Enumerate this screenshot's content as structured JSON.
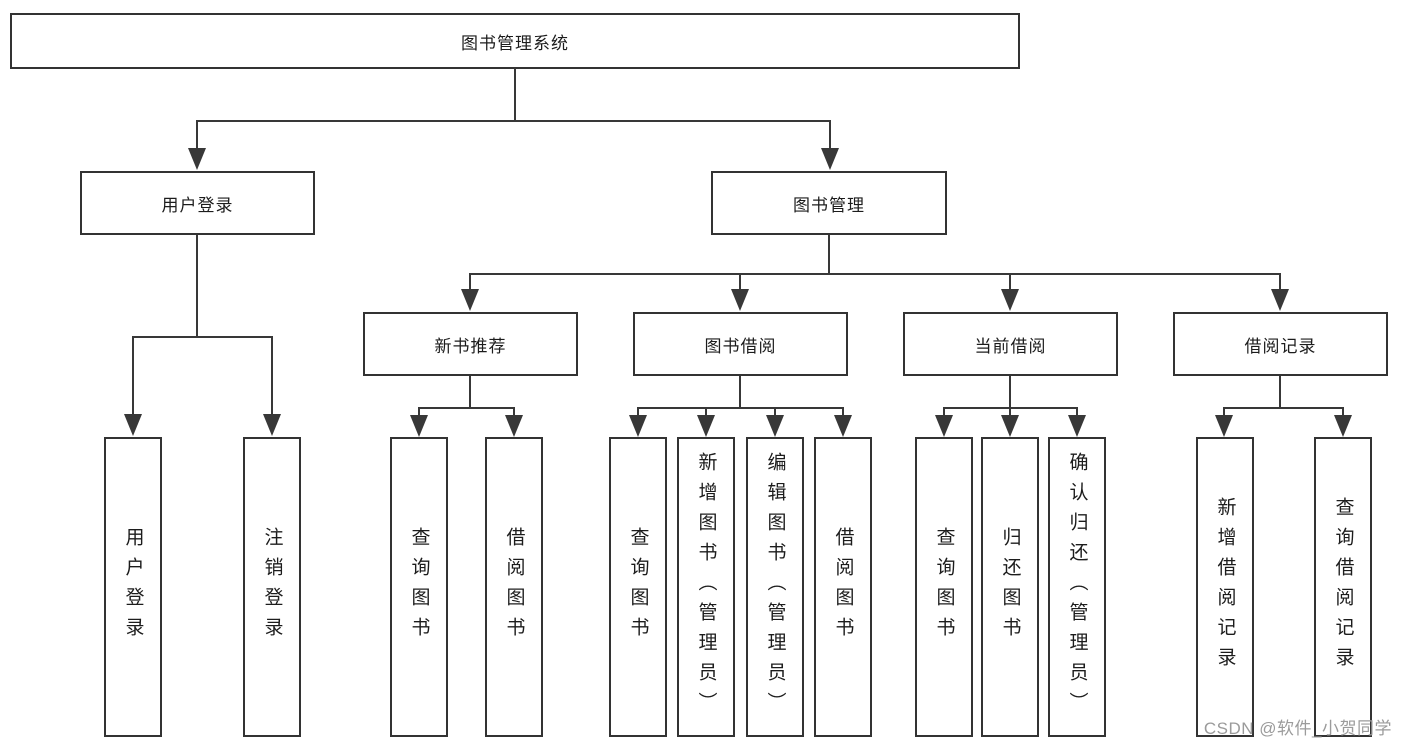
{
  "diagram": {
    "title": "图书管理系统",
    "level2": {
      "user_login": "用户登录",
      "book_mgmt": "图书管理"
    },
    "level3": {
      "new_books": "新书推荐",
      "book_borrow": "图书借阅",
      "current_borrow": "当前借阅",
      "borrow_records": "借阅记录"
    },
    "leaves": {
      "login": "用户登录",
      "logout": "注销登录",
      "newbook_query": "查询图书",
      "newbook_borrow": "借阅图书",
      "borrow_query": "查询图书",
      "borrow_add": "新增图书（管理员）",
      "borrow_edit": "编辑图书（管理员）",
      "borrow_do": "借阅图书",
      "current_query": "查询图书",
      "current_return": "归还图书",
      "current_confirm": "确认归还（管理员）",
      "records_add": "新增借阅记录",
      "records_query": "查询借阅记录"
    },
    "watermark": "CSDN @软件_小贺同学",
    "colors": {
      "line": "#383838",
      "border": "#333333",
      "text": "#1c1c1c",
      "watermark": "#9b9b9b",
      "background": "#ffffff"
    }
  }
}
